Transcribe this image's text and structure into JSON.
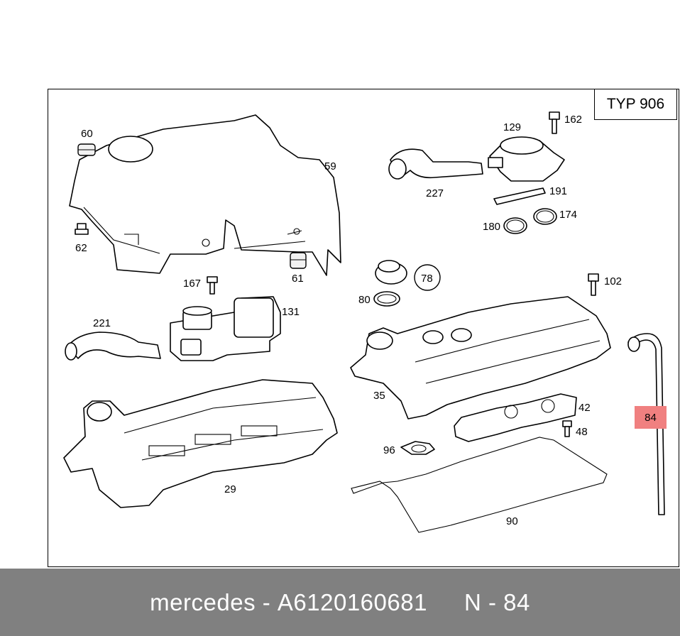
{
  "diagram": {
    "type_label": "TYP 906",
    "callouts": {
      "p60": "60",
      "p59": "59",
      "p62": "62",
      "p61": "61",
      "p167": "167",
      "p131": "131",
      "p221": "221",
      "p29": "29",
      "p129": "129",
      "p162": "162",
      "p227": "227",
      "p191": "191",
      "p180": "180",
      "p174": "174",
      "p78": "78",
      "p80": "80",
      "p102": "102",
      "p35": "35",
      "p42": "42",
      "p48": "48",
      "p96": "96",
      "p90": "90",
      "p84": "84"
    },
    "highlighted_part": "84",
    "highlight_color": "#f08080"
  },
  "footer": {
    "brand": "mercedes",
    "part_number": "A6120160681",
    "dash": "-",
    "ref": "N - 84",
    "background": "#808080"
  }
}
